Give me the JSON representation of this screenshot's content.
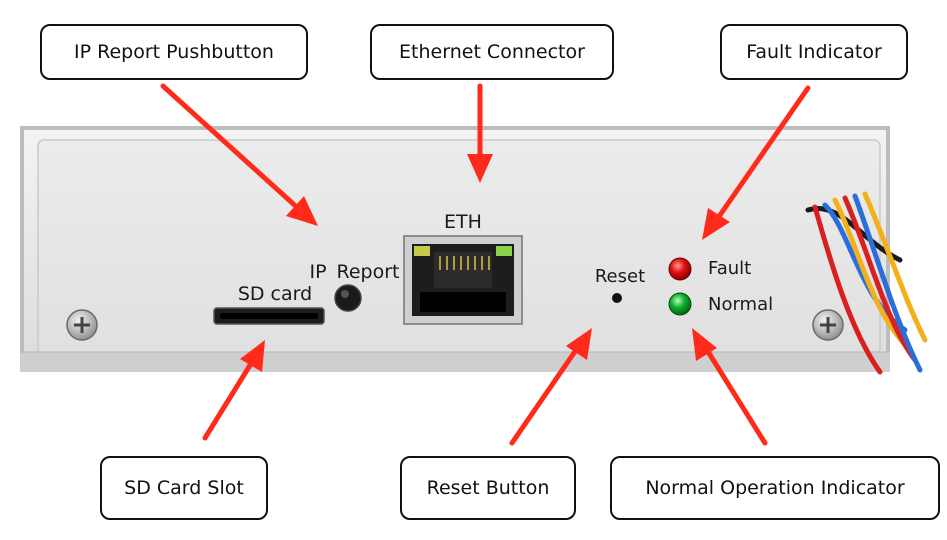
{
  "callouts": {
    "ip_report": "IP Report Pushbutton",
    "ethernet": "Ethernet Connector",
    "fault": "Fault Indicator",
    "sd_card": "SD Card Slot",
    "reset": "Reset Button",
    "normal": "Normal Operation Indicator"
  },
  "panel_labels": {
    "eth": "ETH",
    "ip": "IP",
    "report": "Report",
    "sd_card": "SD card",
    "reset": "Reset",
    "fault": "Fault",
    "normal": "Normal"
  },
  "colors": {
    "arrow": "#ff2a1a",
    "fault_led": "#e01010",
    "normal_led": "#10b030"
  }
}
